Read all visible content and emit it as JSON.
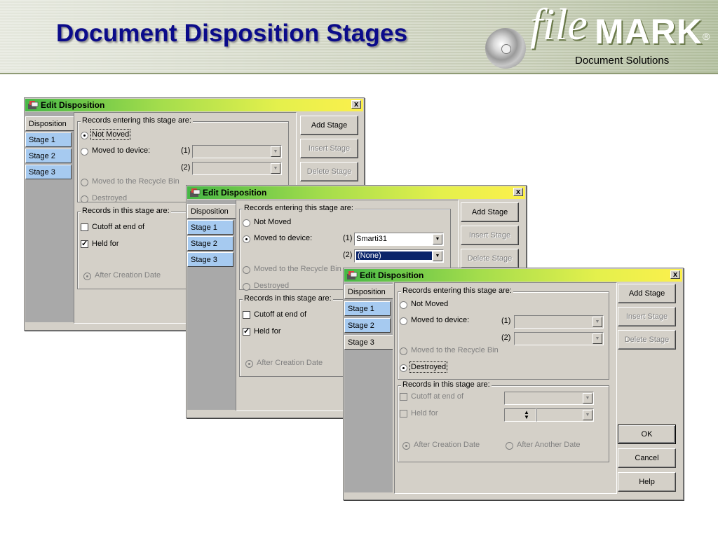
{
  "header": {
    "title": "Document Disposition Stages",
    "logo_file": "file",
    "logo_mark": "MARK",
    "logo_reg": "®",
    "logo_sub": "Document Solutions"
  },
  "dialogs": [
    {
      "title": "Edit Disposition",
      "close": "x",
      "tabs": [
        "Disposition",
        "Stage 1",
        "Stage 2",
        "Stage 3"
      ],
      "entering_title": "Records entering this stage are:",
      "not_moved": "Not Moved",
      "moved_to_device": "Moved to device:",
      "dev1_label": "(1)",
      "dev1_value": "",
      "dev2_label": "(2)",
      "dev2_value": "",
      "recycle": "Moved to the Recycle Bin",
      "destroyed": "Destroyed",
      "in_stage_title": "Records in this stage are:",
      "cutoff": "Cutoff at end of",
      "held_for": "Held for",
      "held_check": "✓",
      "after_creation": "After Creation Date",
      "buttons": [
        "Add Stage",
        "Insert Stage",
        "Delete Stage"
      ]
    },
    {
      "title": "Edit Disposition",
      "close": "x",
      "tabs": [
        "Disposition",
        "Stage 1",
        "Stage 2",
        "Stage 3"
      ],
      "entering_title": "Records entering this stage are:",
      "not_moved": "Not Moved",
      "moved_to_device": "Moved to device:",
      "dev1_label": "(1)",
      "dev1_value": "Smarti31",
      "dev2_label": "(2)",
      "dev2_value": "(None)",
      "recycle": "Moved to the Recycle Bin",
      "destroyed": "Destroyed",
      "in_stage_title": "Records in this stage are:",
      "cutoff": "Cutoff at end of",
      "held_for": "Held for",
      "held_check": "✓",
      "after_creation": "After Creation Date",
      "buttons": [
        "Add Stage",
        "Insert Stage",
        "Delete Stage"
      ]
    },
    {
      "title": "Edit Disposition",
      "close": "x",
      "tabs": [
        "Disposition",
        "Stage 1",
        "Stage 2",
        "Stage 3"
      ],
      "entering_title": "Records entering this stage are:",
      "not_moved": "Not Moved",
      "moved_to_device": "Moved to device:",
      "dev1_label": "(1)",
      "dev1_value": "",
      "dev2_label": "(2)",
      "dev2_value": "",
      "recycle": "Moved to the Recycle Bin",
      "destroyed": "Destroyed",
      "in_stage_title": "Records in this stage are:",
      "cutoff": "Cutoff at end of",
      "held_for": "Held for",
      "after_creation": "After Creation Date",
      "after_another": "After Another Date",
      "buttons": [
        "Add Stage",
        "Insert Stage",
        "Delete Stage"
      ],
      "ok": "OK",
      "cancel": "Cancel",
      "help": "Help"
    }
  ],
  "icons": {
    "dropdown": "chevron-down-icon",
    "title": "filemark-app-icon"
  },
  "colors": {
    "title_blue": "#0b0b8a",
    "tab_blue": "#a6caf0",
    "titlebar_green": "#46b846",
    "titlebar_yellow": "#fcf04c"
  }
}
